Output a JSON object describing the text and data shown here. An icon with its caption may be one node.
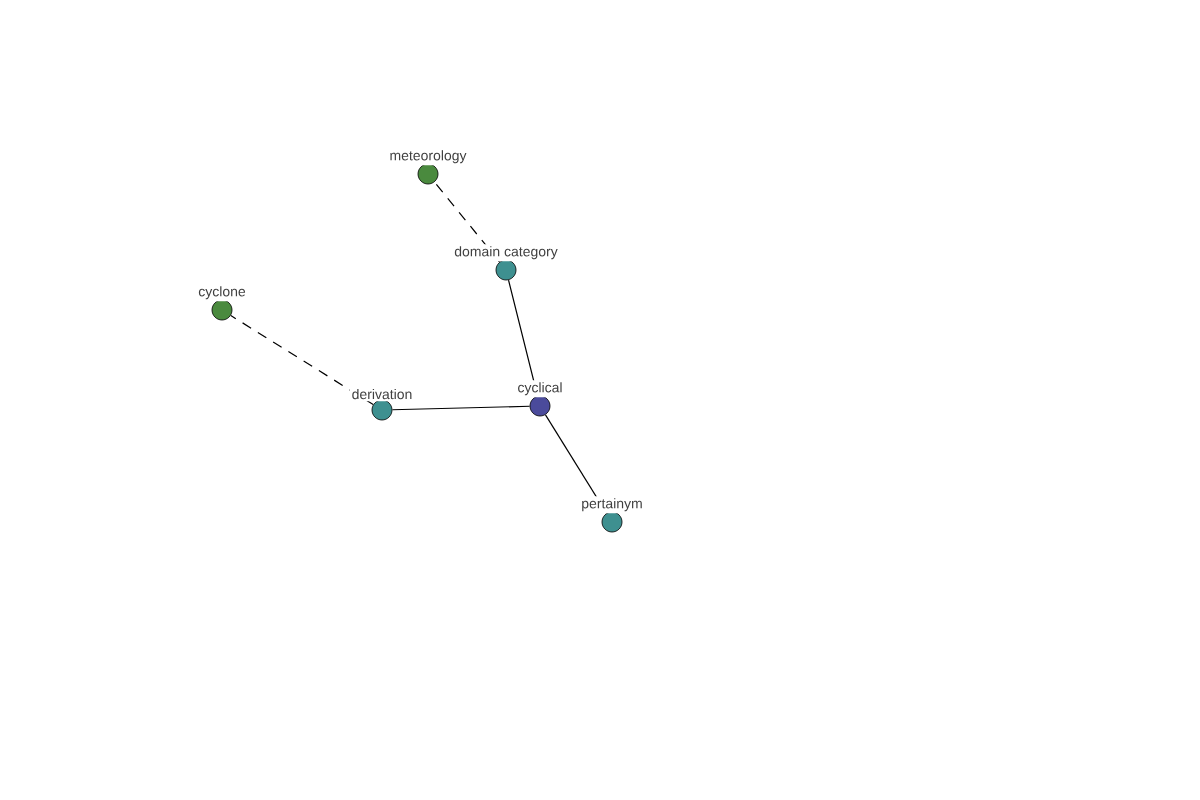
{
  "diagram": {
    "nodes": [
      {
        "text": [
          "cyclical"
        ]
      },
      {
        "text": [
          "domain category"
        ]
      },
      {
        "text": [
          "meteorology"
        ]
      },
      {
        "text": [
          "derivation"
        ]
      },
      {
        "text": [
          "cyclone"
        ]
      },
      {
        "text": [
          "pertainym"
        ]
      }
    ],
    "edges": [
      {
        "from": 0,
        "to": 1,
        "arrow": "none"
      },
      {
        "from": 1,
        "to": 2,
        "arrow": "none",
        "style": "dashed"
      },
      {
        "from": 0,
        "to": 3,
        "arrow": "none"
      },
      {
        "from": 3,
        "to": 4,
        "arrow": "none",
        "style": "dashed"
      },
      {
        "from": 0,
        "to": 5,
        "arrow": "none"
      }
    ]
  }
}
